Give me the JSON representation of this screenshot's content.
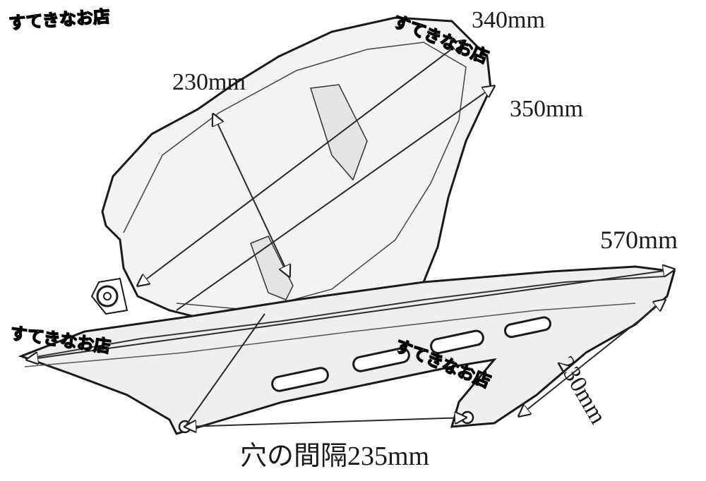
{
  "dimensions": {
    "top_length": "340mm",
    "front_height": "230mm",
    "diagonal": "350mm",
    "total_length": "570mm",
    "rear_height": "230mm",
    "hole_spacing": "穴の間隔235mm"
  },
  "watermark": "すてきなお店",
  "colors": {
    "line": "#1a1a1a",
    "background": "#ffffff",
    "part_fill": "#f2f2f2"
  }
}
